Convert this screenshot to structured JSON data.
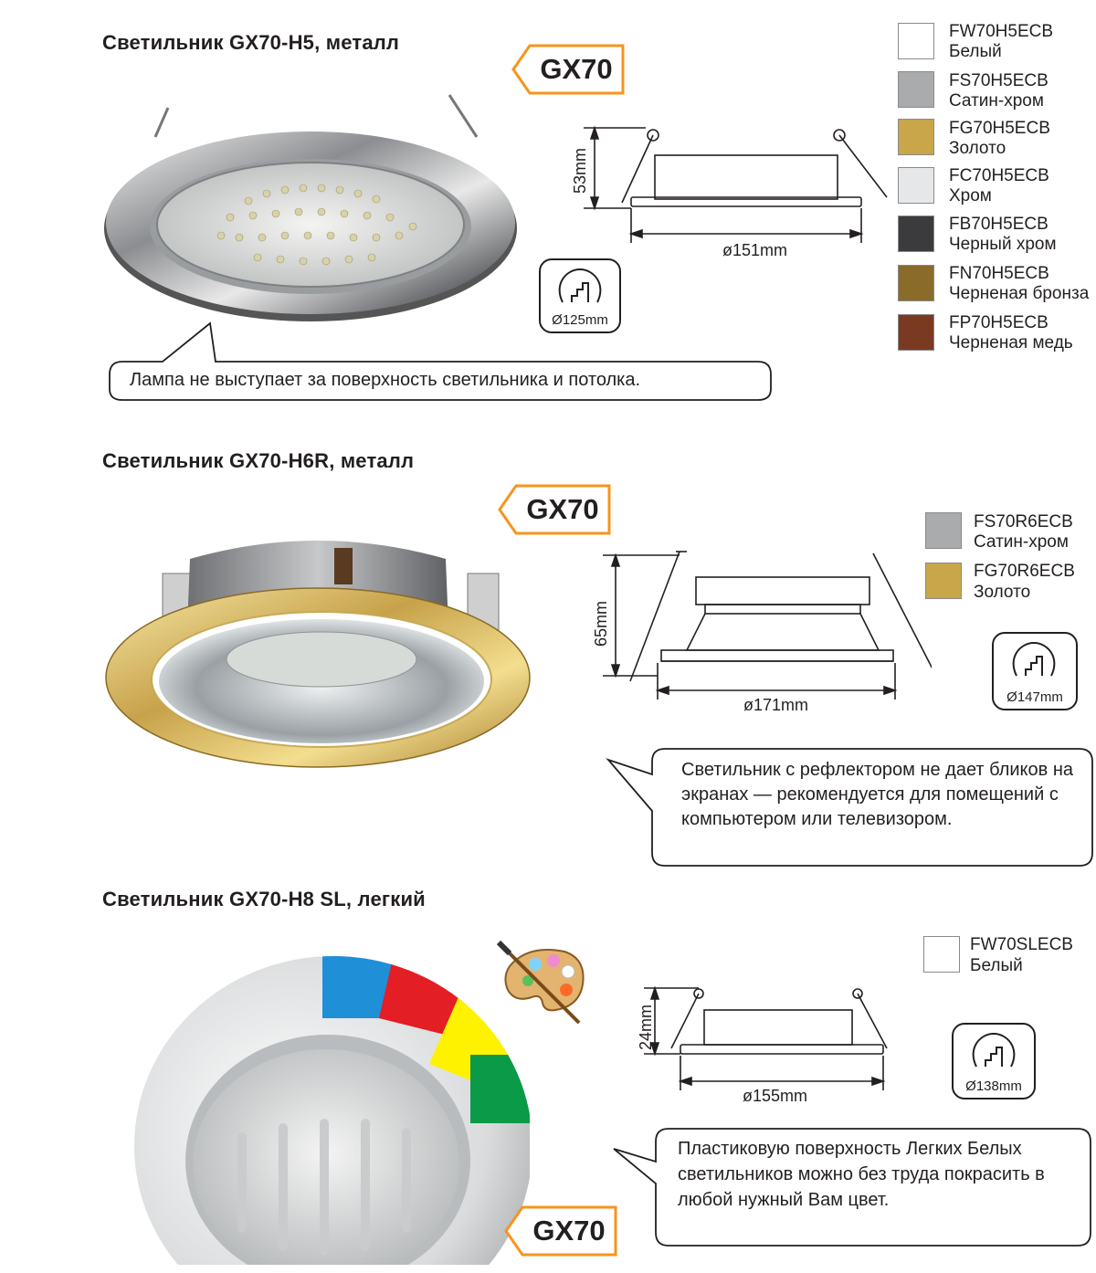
{
  "badge_text": "GX70",
  "sections": [
    {
      "title": "Светильник GX70-H5, металл",
      "height_dim": "53mm",
      "diameter_dim": "ø151mm",
      "cutout": "Ø125mm",
      "callout": "Лампа не выступает за поверхность светильника и потолка.",
      "variants": [
        {
          "code": "FW70H5ECB",
          "color_name": "Белый",
          "swatch": "#ffffff"
        },
        {
          "code": "FS70H5ECB",
          "color_name": "Сатин-хром",
          "swatch": "#a9abad"
        },
        {
          "code": "FG70H5ECB",
          "color_name": "Золото",
          "swatch": "#c9a64a"
        },
        {
          "code": "FC70H5ECB",
          "color_name": "Хром",
          "swatch": "#e6e7e8"
        },
        {
          "code": "FB70H5ECB",
          "color_name": "Черный хром",
          "swatch": "#3b3b3d"
        },
        {
          "code": "FN70H5ECB",
          "color_name": "Черненая бронза",
          "swatch": "#8a6b2a"
        },
        {
          "code": "FP70H5ECB",
          "color_name": "Черненая медь",
          "swatch": "#7a3a22"
        }
      ]
    },
    {
      "title": "Светильник GX70-H6R, металл",
      "height_dim": "65mm",
      "diameter_dim": "ø171mm",
      "cutout": "Ø147mm",
      "callout": "Светильник с рефлектором не дает бликов на экранах — рекомендуется для помещений с компьютером или телевизором.",
      "variants": [
        {
          "code": "FS70R6ECB",
          "color_name": "Сатин-хром",
          "swatch": "#a9abad"
        },
        {
          "code": "FG70R6ECB",
          "color_name": "Золото",
          "swatch": "#c9a64a"
        }
      ]
    },
    {
      "title": "Светильник GX70-H8 SL, легкий",
      "height_dim": "24mm",
      "diameter_dim": "ø155mm",
      "cutout": "Ø138mm",
      "callout": "Пластиковую поверхность Легких Белых светильников можно без труда покрасить в любой нужный Вам цвет.",
      "variants": [
        {
          "code": "FW70SLECB",
          "color_name": "Белый",
          "swatch": "#ffffff"
        }
      ]
    }
  ],
  "colors": {
    "accent": "#f7941d",
    "text": "#231f20"
  },
  "icons": [
    "arrow-badge-icon",
    "staircase-cutout-icon",
    "palette-icon",
    "paint-brush-icon"
  ]
}
